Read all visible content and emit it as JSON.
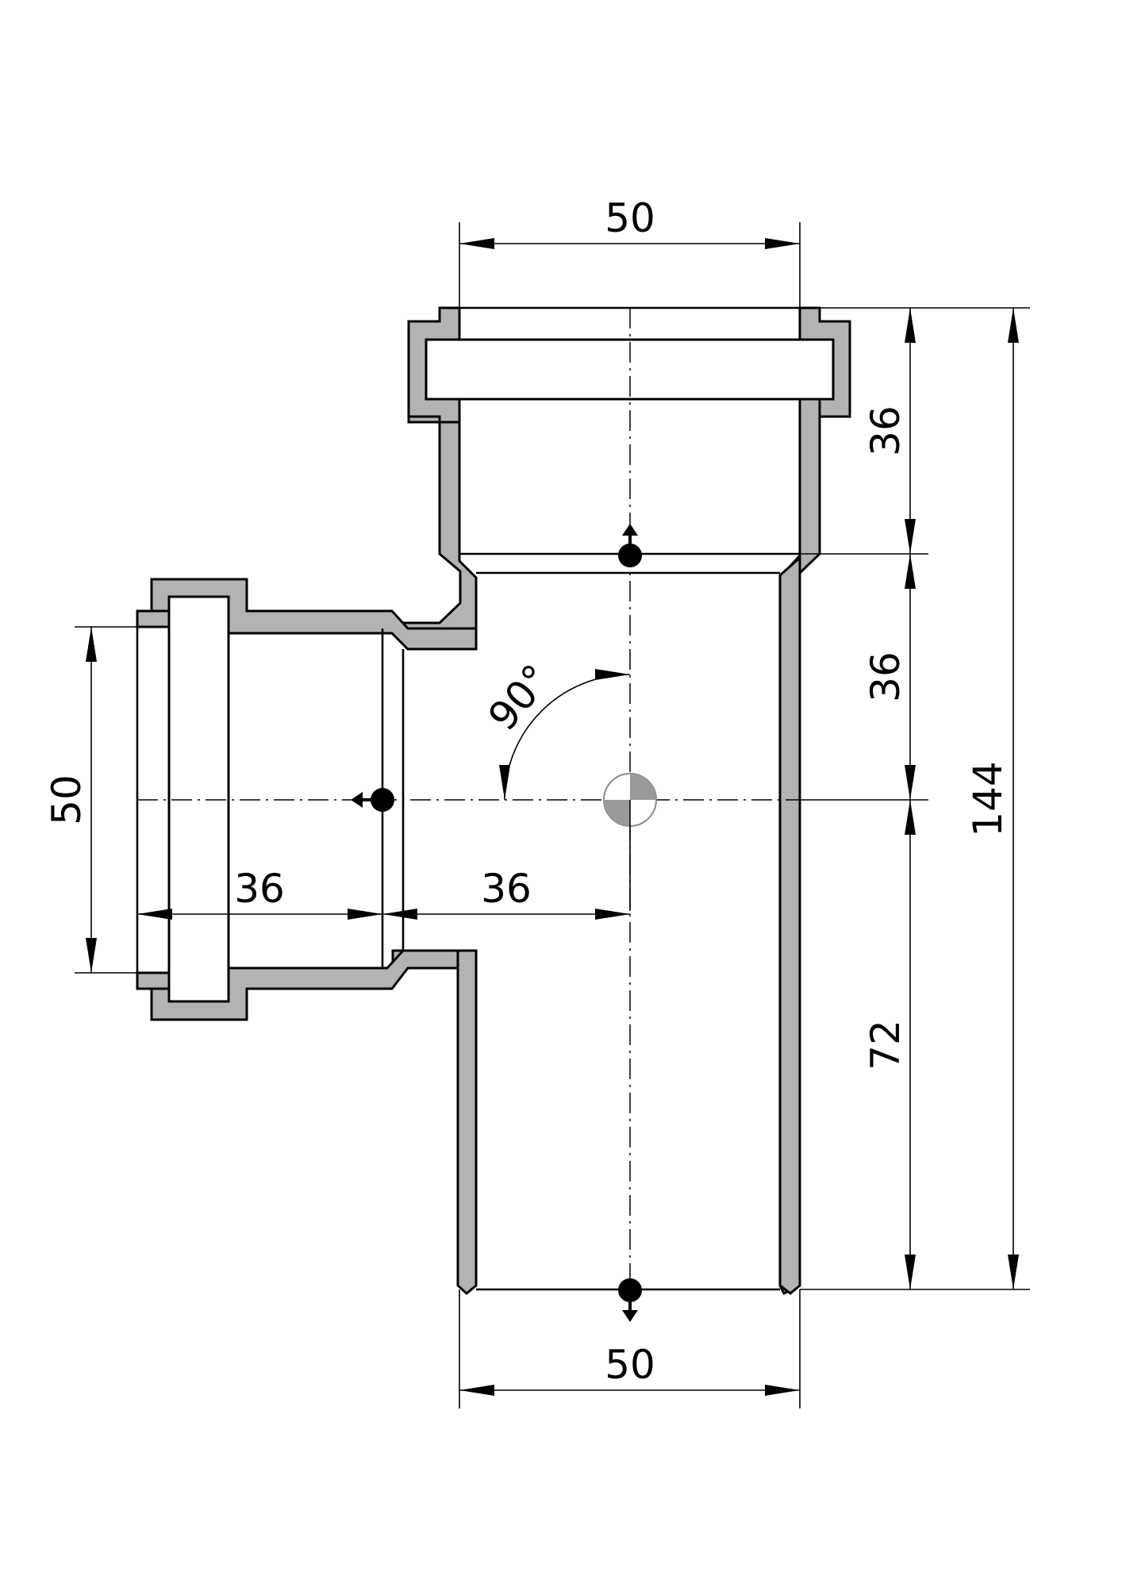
{
  "drawing": {
    "dimensions": {
      "top_width": "50",
      "bottom_width": "50",
      "branch_diameter": "50",
      "socket_depth_top": "36",
      "body_upper": "36",
      "body_lower": "72",
      "total_height": "144",
      "branch_socket_depth": "36",
      "branch_length": "36",
      "angle": "90°"
    },
    "colors": {
      "wall_fill": "#b3b3b3",
      "line": "#000000",
      "background": "#ffffff"
    },
    "icons": [
      "flow-arrow-up-icon",
      "flow-arrow-left-icon",
      "flow-arrow-down-icon",
      "center-mark-icon"
    ]
  }
}
